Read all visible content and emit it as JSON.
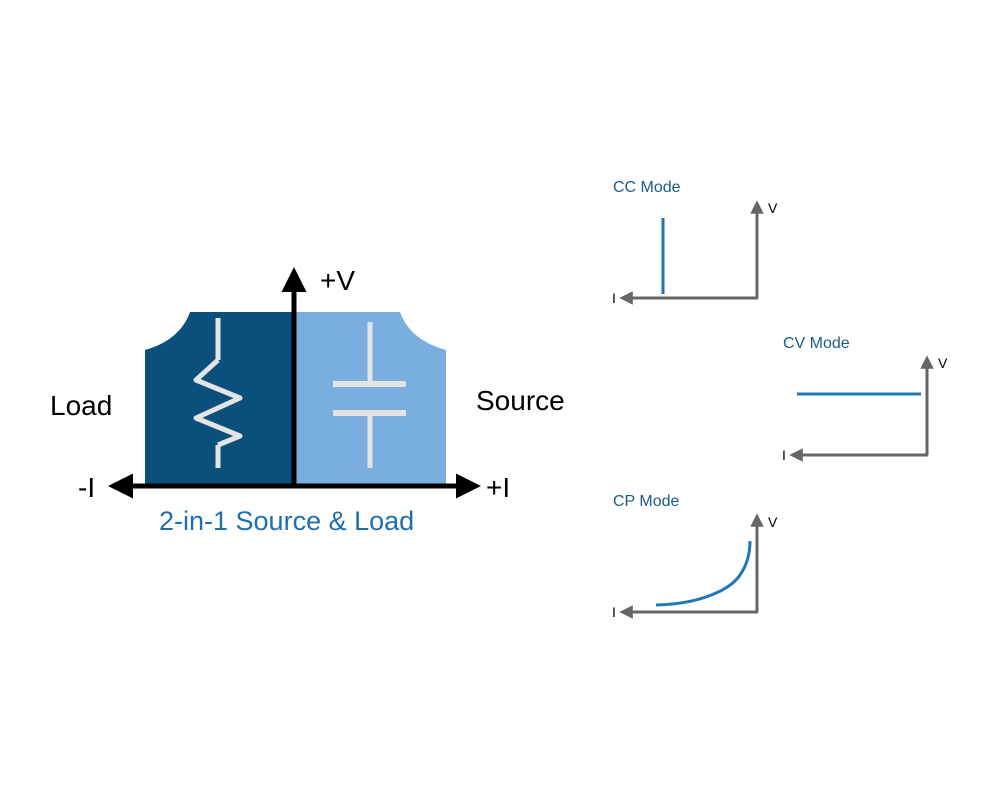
{
  "diagram": {
    "axis_labels": {
      "plus_v": "+V",
      "minus_i": "-I",
      "plus_i": "+I"
    },
    "quadrant_labels": {
      "load": "Load",
      "source": "Source"
    },
    "caption": "2-in-1 Source & Load",
    "symbols": {
      "left": "resistor-symbol",
      "right": "capacitor-symbol"
    }
  },
  "modes": [
    {
      "title": "CC Mode",
      "x_label": "I",
      "y_label": "V",
      "curve": "vertical-line"
    },
    {
      "title": "CV Mode",
      "x_label": "I",
      "y_label": "V",
      "curve": "horizontal-line"
    },
    {
      "title": "CP Mode",
      "x_label": "I",
      "y_label": "V",
      "curve": "hyperbolic-curve"
    }
  ],
  "colors": {
    "load_fill": "#0b4f7c",
    "source_fill": "#7aaede",
    "symbol_stroke": "#e4e4e4",
    "axis": "#000000",
    "caption": "#1f6fae",
    "mode_title": "#1b5a8a",
    "mini_axis": "#666666",
    "curve": "#1f77b4"
  }
}
